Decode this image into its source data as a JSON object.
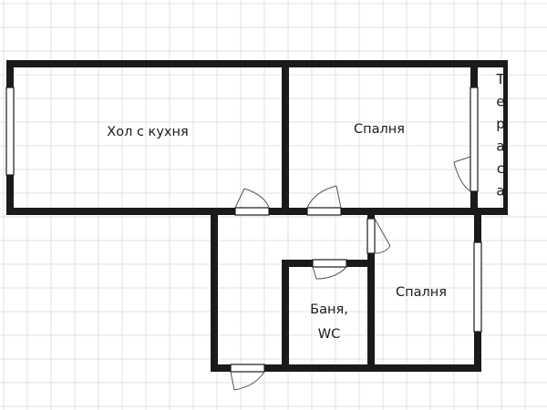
{
  "colors": {
    "background": "#ffffff",
    "grid": "#e0e0e0",
    "wall": "#1a1a1a"
  },
  "rooms": {
    "living_kitchen": "Хол с кухня",
    "bedroom_top": "Спалня",
    "terrace_letters": [
      "Т",
      "е",
      "р",
      "а",
      "с",
      "а"
    ],
    "bath_line1": "Баня,",
    "bath_line2": "WC",
    "bedroom_bottom": "Спалня"
  }
}
